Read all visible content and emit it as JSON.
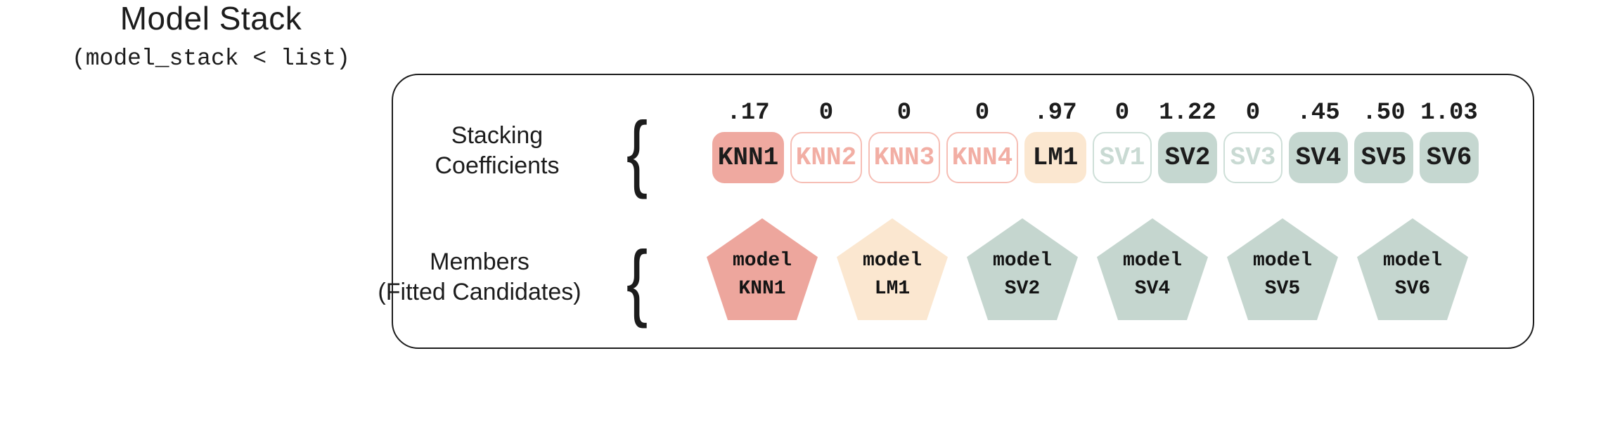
{
  "title": {
    "heading": "Model Stack",
    "code": "(model_stack < list)"
  },
  "panel": {
    "rows": {
      "coefficients_label_line1": "Stacking",
      "coefficients_label_line2": "Coefficients",
      "members_label_line1": "Members",
      "members_label_line2": "(Fitted Candidates)",
      "brace_glyph": "{"
    },
    "coefficients": [
      {
        "name": "KNN1",
        "value": ".17",
        "state": "selected-knn"
      },
      {
        "name": "KNN2",
        "value": "0",
        "state": "unselected-knn"
      },
      {
        "name": "KNN3",
        "value": "0",
        "state": "unselected-knn"
      },
      {
        "name": "KNN4",
        "value": "0",
        "state": "unselected-knn"
      },
      {
        "name": "LM1",
        "value": ".97",
        "state": "selected-lm"
      },
      {
        "name": "SV1",
        "value": "0",
        "state": "unselected-sv"
      },
      {
        "name": "SV2",
        "value": "1.22",
        "state": "selected-sv"
      },
      {
        "name": "SV3",
        "value": "0",
        "state": "unselected-sv"
      },
      {
        "name": "SV4",
        "value": ".45",
        "state": "selected-sv"
      },
      {
        "name": "SV5",
        "value": ".50",
        "state": "selected-sv"
      },
      {
        "name": "SV6",
        "value": "1.03",
        "state": "selected-sv"
      }
    ],
    "members": [
      {
        "line1": "model",
        "line2": "KNN1",
        "kind": "knn"
      },
      {
        "line1": "model",
        "line2": "LM1",
        "kind": "lm"
      },
      {
        "line1": "model",
        "line2": "SV2",
        "kind": "sv"
      },
      {
        "line1": "model",
        "line2": "SV4",
        "kind": "sv"
      },
      {
        "line1": "model",
        "line2": "SV5",
        "kind": "sv"
      },
      {
        "line1": "model",
        "line2": "SV6",
        "kind": "sv"
      }
    ]
  },
  "colors": {
    "salmon_fill": "#efa9a0",
    "pink_outline": "#f6beb5",
    "pink_text": "#f2aea4",
    "peach_fill": "#fbe7d0",
    "sage_fill": "#c5d7d0",
    "sage_outline": "#cedfd8",
    "sage_text_faded": "#c9dad3",
    "ink": "#1c1c1c"
  }
}
